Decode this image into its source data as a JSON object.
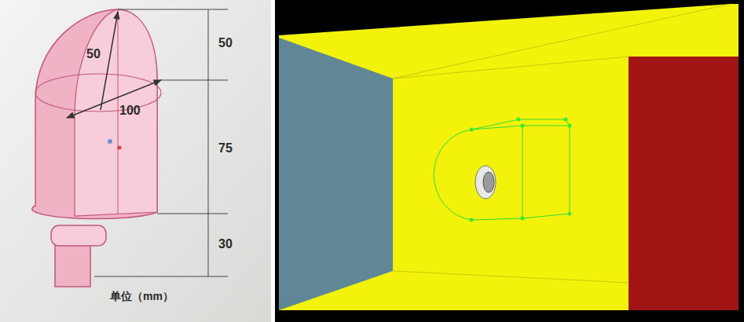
{
  "diagram": {
    "labels": [
      "50",
      "50",
      "100",
      "75",
      "30",
      "单位（mm）"
    ]
  }
}
